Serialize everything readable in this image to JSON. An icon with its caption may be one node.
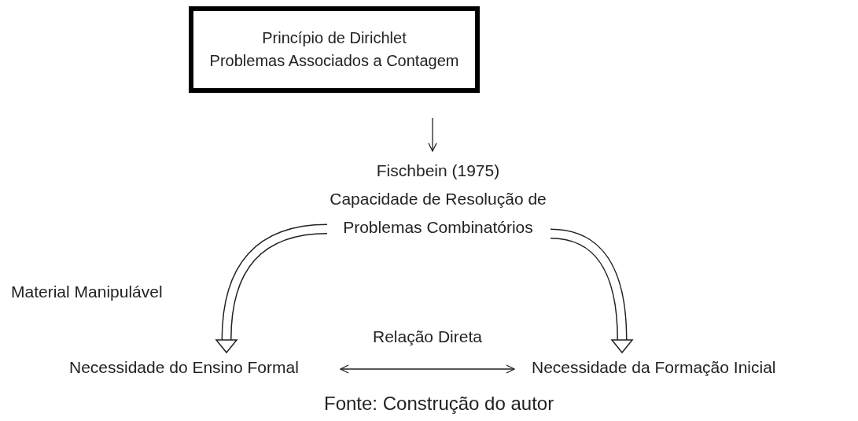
{
  "diagram": {
    "caption": "Fonte: Construção do autor",
    "nodes": [
      {
        "text": [
          "Princípio de Dirichlet",
          "Problemas Associados a Contagem"
        ]
      },
      {
        "text": [
          "Fischbein (1975)",
          "Capacidade de Resolução de Problemas Combinatórios"
        ]
      },
      {
        "text": [
          "Necessidade do Ensino Formal"
        ]
      },
      {
        "text": [
          "Necessidade da Formação Inicial"
        ]
      }
    ],
    "edges": [
      {
        "from": 0,
        "to": 1,
        "arrow": "to"
      },
      {
        "from": 1,
        "to": 2,
        "arrow": "to",
        "style": "thick",
        "label": "Material Manipulável"
      },
      {
        "from": 1,
        "to": 3,
        "arrow": "to",
        "style": "thick"
      },
      {
        "from": 2,
        "to": 3,
        "arrow": "both",
        "label": "Relação Direta"
      }
    ]
  }
}
